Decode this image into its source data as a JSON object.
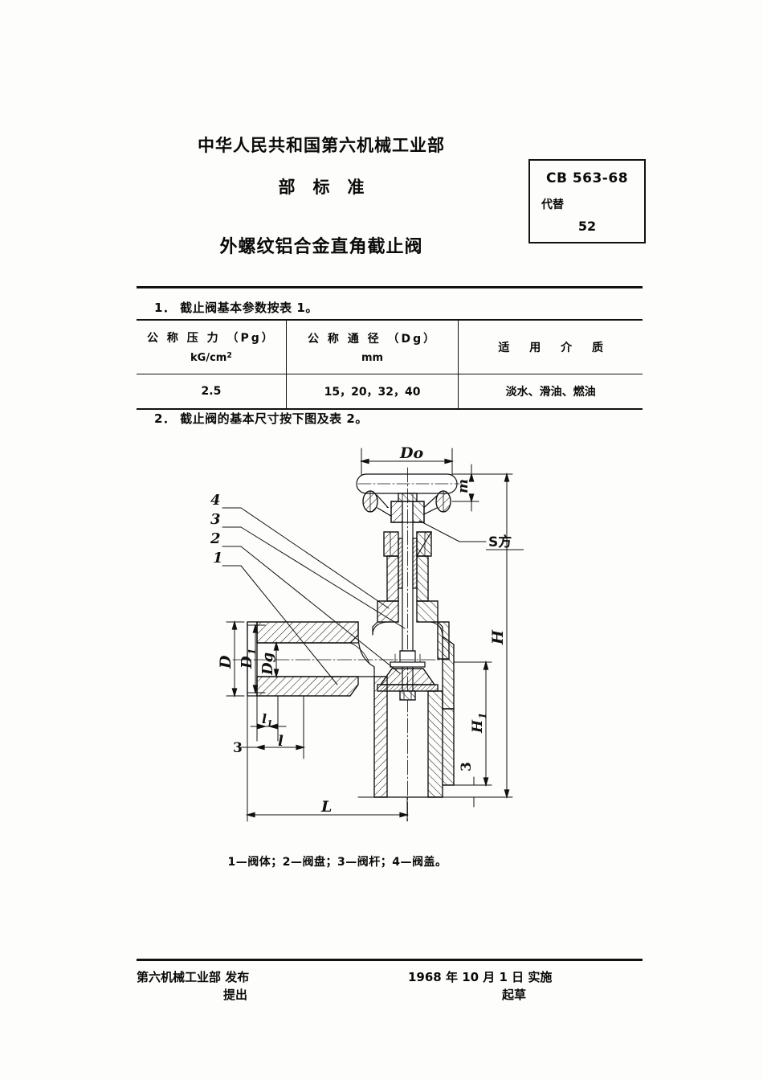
{
  "header": {
    "organization": "中华人民共和国第六机械工业部",
    "standard_type": "部标准",
    "document_title": "外螺纹铝合金直角截止阀",
    "standard_box": {
      "number": "CB 563-68",
      "replaces_label": "代替",
      "replaces_value": "52"
    }
  },
  "clauses": {
    "clause_1": "1． 截止阀基本参数按表 1。",
    "clause_2": "2． 截止阀的基本尺寸按下图及表 2。"
  },
  "param_table": {
    "headers": [
      {
        "title": "公 称 压 力 （Pg）",
        "unit": "kG/cm²"
      },
      {
        "title": "公 称 通 径 （Dg）",
        "unit": "mm"
      },
      {
        "title": "适 用 介 质",
        "unit": ""
      }
    ],
    "rows": [
      [
        "2.5",
        "15，20，32，40",
        "淡水、滑油、燃油"
      ]
    ]
  },
  "drawing": {
    "caption": "1—阀体；2—阀盘；3—阀杆；4—阀盖。",
    "dimension_labels": {
      "handwheel_diameter": "Do",
      "handwheel_thickness": "m",
      "stem_square": "S方",
      "total_height": "H",
      "lower_height": "H₁",
      "flange_outer": "D",
      "flange_mid": "D₁",
      "nominal_bore": "Dg",
      "thread_short": "l₁",
      "thread_length": "l",
      "face_to_center": "L",
      "wall_left": "3",
      "wall_bottom": "3"
    },
    "part_callouts": [
      "4",
      "3",
      "2",
      "1"
    ],
    "parts_list": [
      {
        "no": "1",
        "name": "阀体"
      },
      {
        "no": "2",
        "name": "阀盘"
      },
      {
        "no": "3",
        "name": "阀杆"
      },
      {
        "no": "4",
        "name": "阀盖"
      }
    ]
  },
  "footer": {
    "issuer": "第六机械工业部 发布",
    "proposer": "提出",
    "effective": "1968 年 10 月 1 日 实施",
    "drafter": "起草"
  },
  "colors": {
    "ink": "#0a0a0a",
    "paper": "#fdfdfb"
  }
}
